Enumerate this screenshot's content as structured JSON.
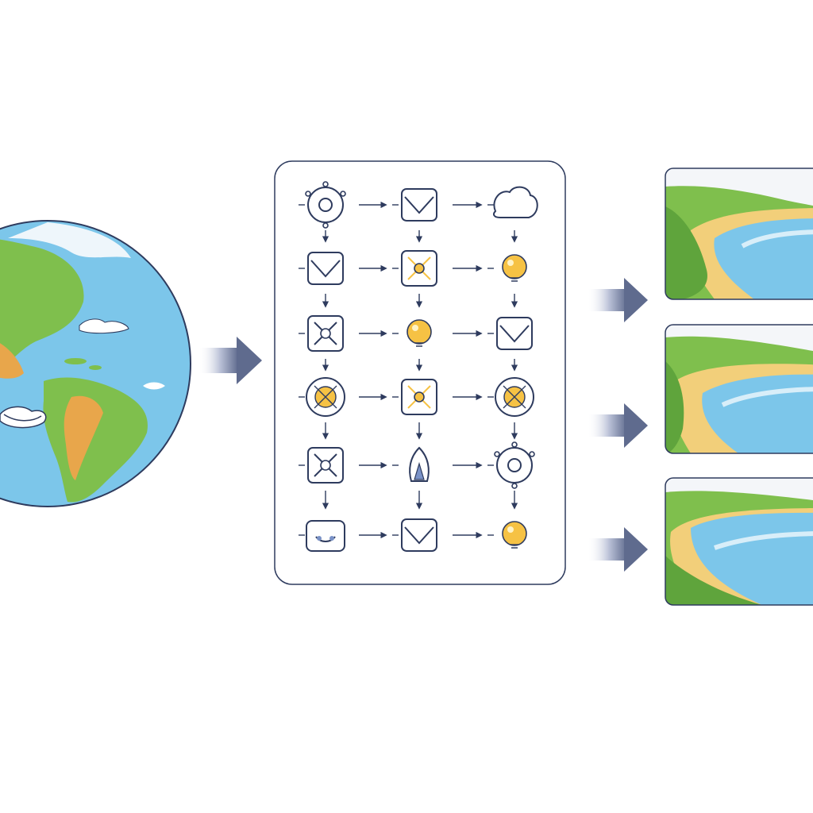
{
  "colors": {
    "ink": "#2e3b5e",
    "ocean": "#7cc6ea",
    "land": "#7fbf4d",
    "sand": "#f2cf7a",
    "accent_yellow": "#f6c244",
    "arrow": "#6f7a9a",
    "panel_border": "#2e3b5e"
  },
  "diagram": {
    "input": {
      "kind": "earth-globe"
    },
    "process": {
      "kind": "node-grid",
      "rows": 6,
      "cols": 3,
      "nodes": [
        {
          "icon": "gear-icon",
          "highlight": false
        },
        {
          "icon": "envelope-icon",
          "highlight": false
        },
        {
          "icon": "cloud-icon",
          "highlight": false
        },
        {
          "icon": "envelope-icon",
          "highlight": false
        },
        {
          "icon": "network-icon",
          "highlight": true
        },
        {
          "icon": "bulb-icon",
          "highlight": true
        },
        {
          "icon": "network-icon",
          "highlight": false
        },
        {
          "icon": "bulb-icon",
          "highlight": true
        },
        {
          "icon": "envelope-icon",
          "highlight": false
        },
        {
          "icon": "circle-icon",
          "highlight": true
        },
        {
          "icon": "network-icon",
          "highlight": true
        },
        {
          "icon": "circle-icon",
          "highlight": true
        },
        {
          "icon": "network-icon",
          "highlight": false
        },
        {
          "icon": "rocket-icon",
          "highlight": false
        },
        {
          "icon": "gear-icon",
          "highlight": false
        },
        {
          "icon": "briefcase-icon",
          "highlight": false
        },
        {
          "icon": "envelope-icon",
          "highlight": false
        },
        {
          "icon": "bulb-icon",
          "highlight": true
        }
      ]
    },
    "outputs": [
      {
        "kind": "beach-landscape"
      },
      {
        "kind": "beach-landscape"
      },
      {
        "kind": "beach-landscape"
      }
    ]
  }
}
